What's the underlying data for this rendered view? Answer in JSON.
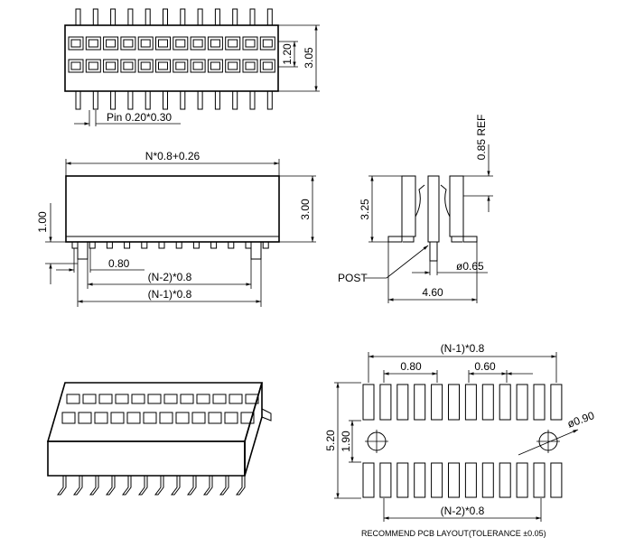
{
  "drawing": {
    "top_view": {
      "dim_row_pitch": "1.20",
      "dim_body_width": "3.05",
      "pin_note": "Pin  0.20*0.30"
    },
    "front_view": {
      "dim_overall_length": "N*0.8+0.26",
      "dim_body_height": "3.00",
      "dim_standoff": "1.00",
      "dim_pitch": "0.80",
      "dim_n_minus_2": "(N-2)*0.8",
      "dim_n_minus_1": "(N-1)*0.8"
    },
    "side_view": {
      "dim_ref": "0.85 REF",
      "dim_height": "3.25",
      "post_label": "POST",
      "dim_post_dia": "ø0.65",
      "dim_width": "4.60"
    },
    "pcb_layout": {
      "dim_n_minus_1": "(N-1)*0.8",
      "dim_pitch": "0.80",
      "dim_pad_width": "0.60",
      "dim_hole": "ø0.90",
      "dim_outer": "5.20",
      "dim_inner": "1.90",
      "dim_n_minus_2": "(N-2)*0.8",
      "caption": "RECOMMEND  PCB  LAYOUT(TOLERANCE  ±0.05)"
    }
  }
}
